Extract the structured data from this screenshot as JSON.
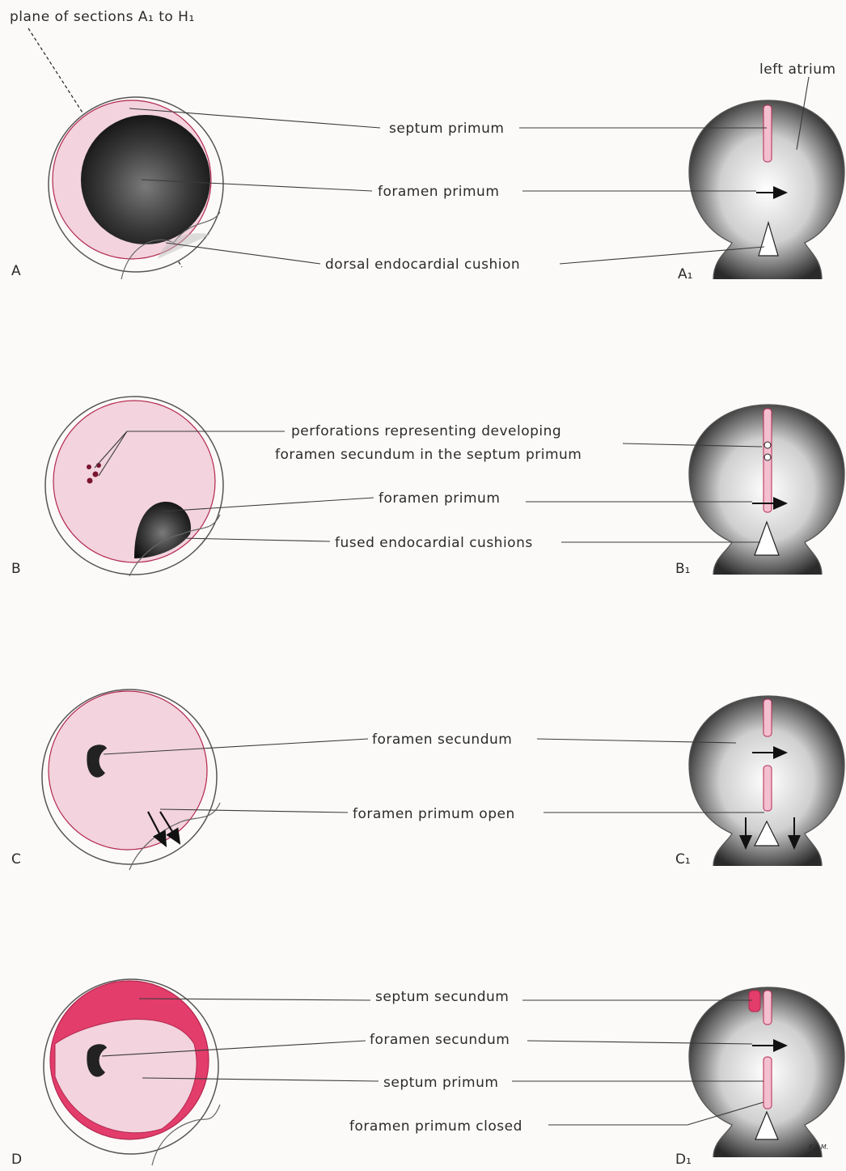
{
  "header": {
    "plane_label": "plane of sections A₁ to H₁"
  },
  "panels": [
    {
      "letter": "A",
      "section_letter": "A₁",
      "labels": {
        "left_atrium": "left atrium",
        "septum_primum": "septum primum",
        "foramen_primum": "foramen primum",
        "dorsal_cushion": "dorsal endocardial cushion"
      }
    },
    {
      "letter": "B",
      "section_letter": "B₁",
      "labels": {
        "perforations_1": "perforations representing developing",
        "perforations_2": "foramen secundum in the septum primum",
        "foramen_primum": "foramen primum",
        "fused_cushions": "fused endocardial cushions"
      }
    },
    {
      "letter": "C",
      "section_letter": "C₁",
      "labels": {
        "foramen_secundum": "foramen secundum",
        "foramen_primum_open": "foramen primum open"
      }
    },
    {
      "letter": "D",
      "section_letter": "D₁",
      "labels": {
        "septum_secundum": "septum secundum",
        "foramen_secundum": "foramen secundum",
        "septum_primum": "septum primum",
        "foramen_primum_closed": "foramen primum closed"
      }
    }
  ],
  "signature": "K.L.M.",
  "colors": {
    "pink_light": "#f2d3de",
    "pink_strong": "#e23d6b",
    "outline": "#b3284f",
    "stipple": "#1c1c1c"
  }
}
